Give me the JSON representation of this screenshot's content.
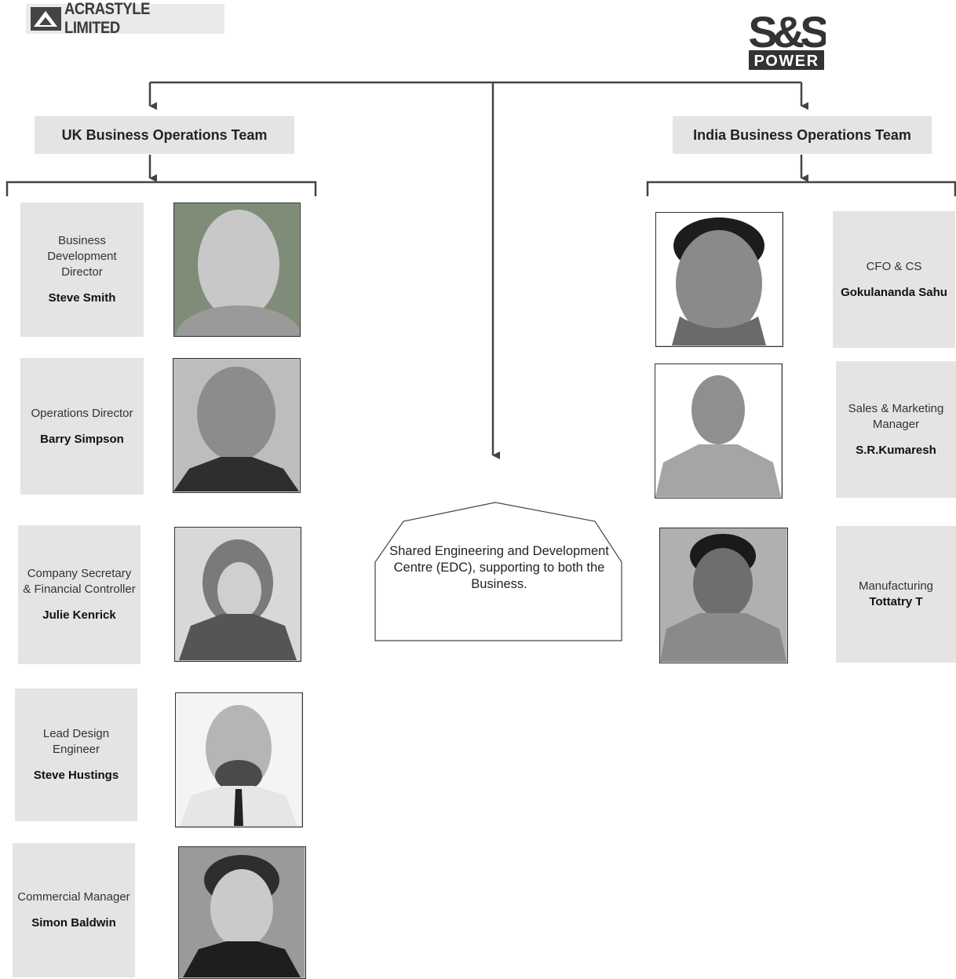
{
  "logos": {
    "left": {
      "text": "ACRASTYLE LIMITED"
    },
    "right": {
      "initials": "S&S",
      "word": "POWER"
    }
  },
  "teams": {
    "uk": {
      "title": "UK Business Operations Team"
    },
    "india": {
      "title": "India Business Operations Team"
    }
  },
  "uk_members": [
    {
      "role": "Business Development Director",
      "name": "Steve Smith"
    },
    {
      "role": "Operations Director",
      "name": "Barry Simpson"
    },
    {
      "role": "Company Secretary & Financial Controller",
      "name": "Julie Kenrick"
    },
    {
      "role": "Lead Design Engineer",
      "name": "Steve Hustings"
    },
    {
      "role": "Commercial Manager",
      "name": "Simon Baldwin"
    }
  ],
  "india_members": [
    {
      "role": "CFO & CS",
      "name": "Gokulananda Sahu"
    },
    {
      "role": "Sales & Marketing Manager",
      "name": "S.R.Kumaresh"
    },
    {
      "role": "Manufacturing",
      "name": "Tottatry T"
    }
  ],
  "edc": {
    "text": "Shared Engineering and Development Centre (EDC), supporting to both the Business."
  },
  "colors": {
    "box_fill": "#e4e4e4",
    "line": "#444444"
  }
}
